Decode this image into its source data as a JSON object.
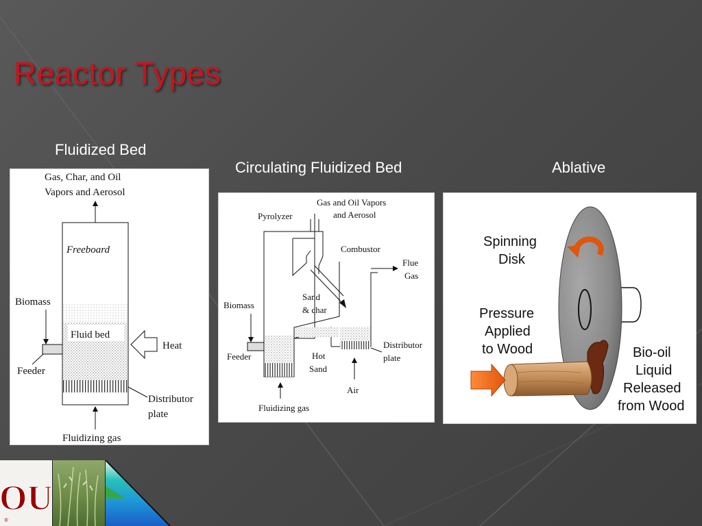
{
  "slide": {
    "title": "Reactor Types",
    "captions": {
      "fluidized": "Fluidized Bed",
      "circulating": "Circulating Fluidized Bed",
      "ablative": "Ablative"
    }
  },
  "fluidized_bed": {
    "top_label_line1": "Gas, Char, and Oil",
    "top_label_line2": "Vapors and Aerosol",
    "freeboard": "Freeboard",
    "biomass": "Biomass",
    "fluid_bed": "Fluid bed",
    "heat": "Heat",
    "feeder": "Feeder",
    "distributor_line1": "Distributor",
    "distributor_line2": "plate",
    "fluidizing_gas": "Fluidizing gas"
  },
  "circulating_bed": {
    "gas_line1": "Gas and Oil Vapors",
    "gas_line2": "and Aerosol",
    "pyrolyzer": "Pyrolyzer",
    "combustor": "Combustor",
    "flue_line1": "Flue",
    "flue_line2": "Gas",
    "sand_line1": "Sand",
    "sand_line2": "& char",
    "biomass": "Biomass",
    "distributor_line1": "Distributor",
    "distributor_line2": "plate",
    "feeder": "Feeder",
    "hot_line1": "Hot",
    "hot_line2": "Sand",
    "air": "Air",
    "fluidizing_gas": "Fluidizing gas"
  },
  "ablative": {
    "spinning_line1": "Spinning",
    "spinning_line2": "Disk",
    "pressure_line1": "Pressure",
    "pressure_line2": "Applied",
    "pressure_line3": "to Wood",
    "biooil_line1": "Bio-oil",
    "biooil_line2": "Liquid",
    "biooil_line3": "Released",
    "biooil_line4": "from Wood"
  },
  "footer": {
    "logo_letters": "OU",
    "logo_mark": "®"
  },
  "colors": {
    "title": "#c8141e",
    "background": "#4a4a4a",
    "arrow_orange": "#f26a16",
    "disk_gray": "#8a8a8a",
    "wood": "#b9824e",
    "biooil": "#6b2a12",
    "ou_crimson": "#990000"
  }
}
